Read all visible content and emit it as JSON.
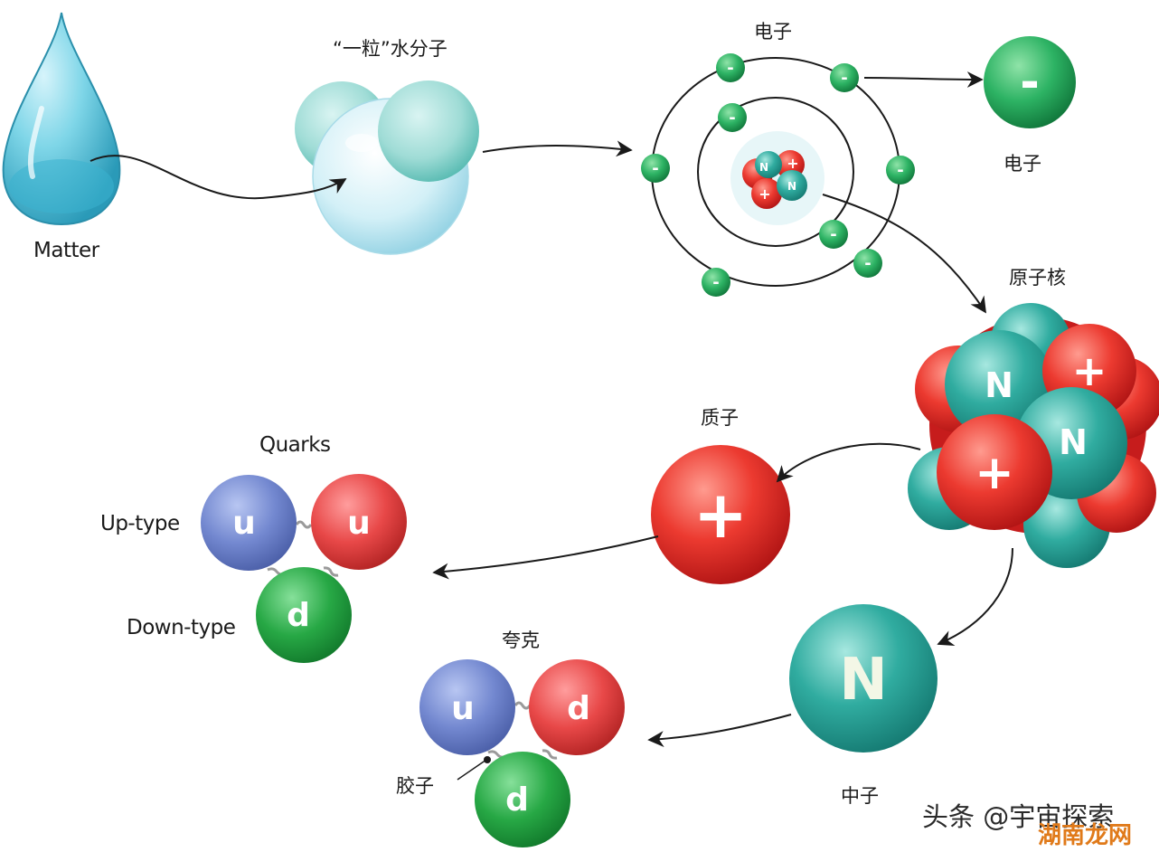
{
  "labels": {
    "matter": "Matter",
    "water_molecule": "“一粒”水分子",
    "electron_top": "电子",
    "electron_right": "电子",
    "nucleus": "原子核",
    "proton": "质子",
    "neutron": "中子",
    "quarks": "Quarks",
    "up_type": "Up-type",
    "down_type": "Down-type",
    "quark_zh": "夸克",
    "gluon": "胶子"
  },
  "particles": {
    "electron_symbol": "-",
    "proton_symbol": "+",
    "neutron_symbol": "N",
    "up_quark": "u",
    "down_quark": "d"
  },
  "watermark": {
    "platform": "头条 @宇宙探索",
    "site": "湖南龙网"
  },
  "colors": {
    "water": "#5ec6dc",
    "electron": "#22a65a",
    "proton": "#e32b2b",
    "neutron": "#2aa89c",
    "up_quark": "#6f85cf",
    "red_quark": "#e54646",
    "down_quark": "#23a644",
    "watermark_site": "#e07a1a"
  }
}
